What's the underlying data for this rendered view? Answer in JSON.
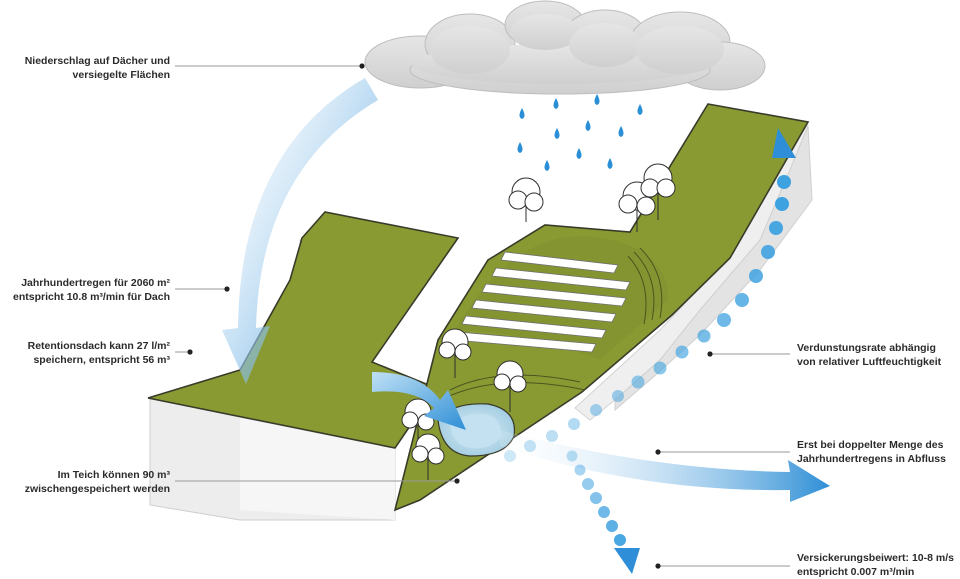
{
  "annotations": {
    "precipitation": "Niederschlag auf Dächer und\nversiegelte Flächen",
    "century_rain": "Jahrhundertregen für 2060 m²\nentspricht 10.8 m³/min für Dach",
    "retention_roof": "Retentionsdach kann 27 l/m²\nspeichern, entspricht 56 m³",
    "pond": "Im Teich können 90 m³\nzwischengespeichert werden",
    "evaporation": "Verdunstungsrate abhängig\nvon relativer Luftfeuchtigkeit",
    "runoff": "Erst bei doppelter Menge des\nJahrhundertregens in Abfluss",
    "infiltration": "Versickerungsbeiwert: 10-8 m/s\nentspricht 0.007 m³/min"
  },
  "colors": {
    "roof_green": "#8a9a32",
    "roof_edge": "#3a3a2a",
    "building_wall": "#e9e9e9",
    "water_blue": "#3f9fdd",
    "cloud_gray": "#dcdcdc",
    "leader_line": "#9a9a9a"
  }
}
